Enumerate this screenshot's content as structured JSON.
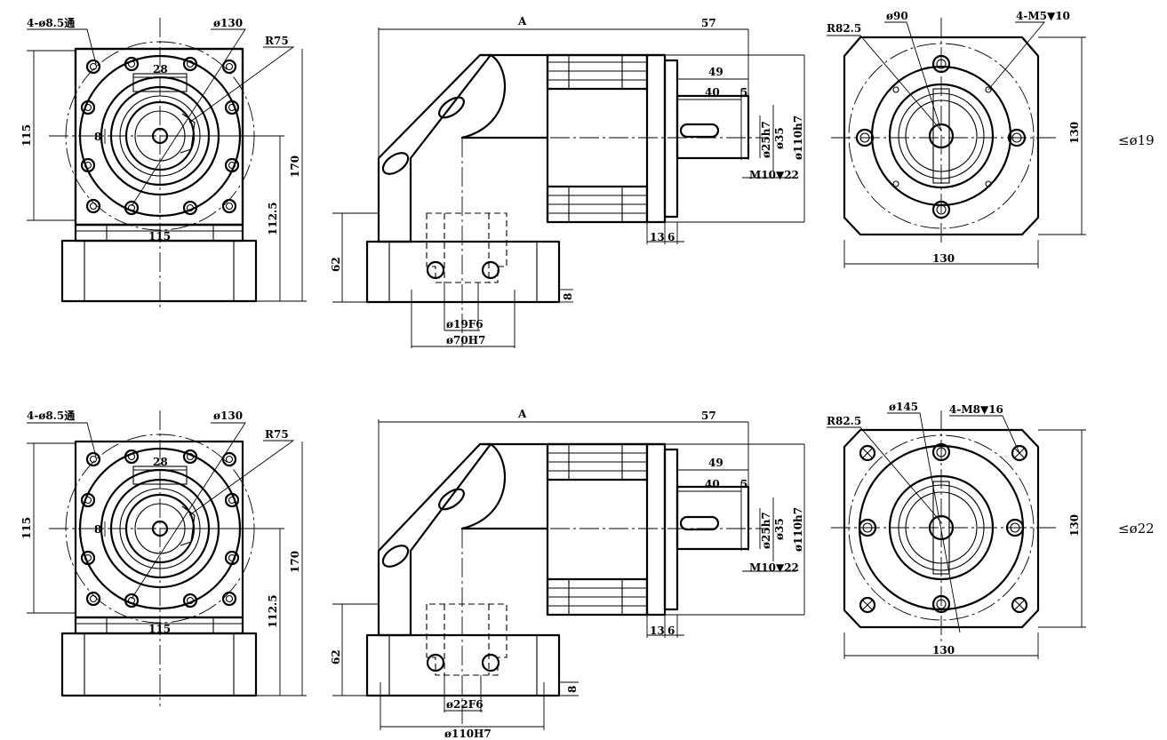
{
  "top": {
    "front": {
      "holes": "4-ø8.5通",
      "bolt_circle": "ø130",
      "radius": "R75",
      "width_28": "28",
      "dim_8": "8",
      "height_115": "115",
      "width_115": "115",
      "height_170": "170",
      "height_112_5": "112.5"
    },
    "side": {
      "dim_a": "A",
      "dim_57": "57",
      "dim_49": "49",
      "dim_40": "40",
      "dim_5": "5",
      "shaft": "ø25h7",
      "d35": "ø35",
      "pilot": "ø110h7",
      "thread": "M10▼22",
      "dim_13": "13",
      "dim_6": "6",
      "dim_62": "62",
      "dim_8": "8",
      "input_bore": "ø19F6",
      "input_pilot": "ø70H7"
    },
    "flange": {
      "radius": "R82.5",
      "d90": "ø90",
      "threads": "4-M5▼10",
      "h130": "130",
      "w130": "130"
    },
    "note": "≤ø19"
  },
  "bottom": {
    "front": {
      "holes": "4-ø8.5通",
      "bolt_circle": "ø130",
      "radius": "R75",
      "width_28": "28",
      "dim_8": "8",
      "height_115": "115",
      "width_115": "115",
      "height_170": "170",
      "height_112_5": "112.5"
    },
    "side": {
      "dim_a": "A",
      "dim_57": "57",
      "dim_49": "49",
      "dim_40": "40",
      "dim_5": "5",
      "shaft": "ø25h7",
      "d35": "ø35",
      "pilot": "ø110h7",
      "thread": "M10▼22",
      "dim_13": "13",
      "dim_6": "6",
      "dim_62": "62",
      "dim_8": "8",
      "input_bore": "ø22F6",
      "input_pilot": "ø110H7"
    },
    "flange": {
      "radius": "R82.5",
      "d145": "ø145",
      "threads": "4-M8▼16",
      "h130": "130",
      "w130": "130"
    },
    "note": "≤ø22"
  }
}
